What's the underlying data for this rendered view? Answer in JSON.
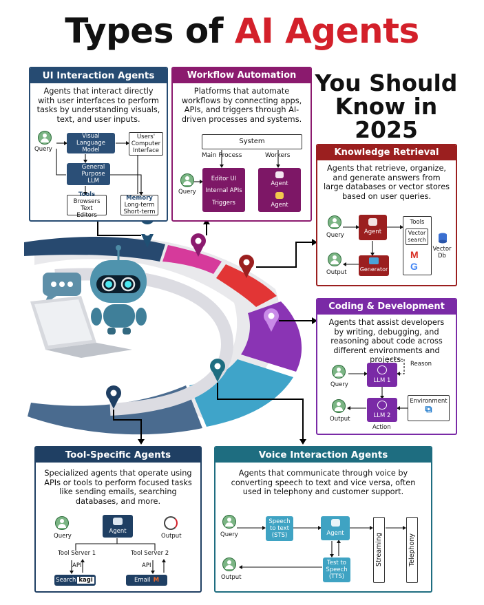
{
  "title": {
    "part1": "Types of",
    "part2": "AI Agents"
  },
  "subtitle": "You Should Know in 2025",
  "colors": {
    "ui": "#264b72",
    "workflow": "#8b1a6e",
    "knowledge": "#9b1f1f",
    "coding": "#7a2aa6",
    "tool": "#1f3f63",
    "voice": "#1e6d80",
    "title_red": "#d3202a"
  },
  "ui_agents": {
    "heading": "UI Interaction Agents",
    "desc": "Agents that interact directly with user interfaces to perform tasks by understanding visuals, text, and user inputs.",
    "query": "Query",
    "vlm": "Visual Language Model",
    "users_ci": "Users' Computer Interface",
    "llm": "General Purpose LLM",
    "tools_title": "Tools",
    "tools_items": "Browsers Text Editors",
    "memory_title": "Memory",
    "memory_items": "Long-term Short-term"
  },
  "workflow_agents": {
    "heading": "Workflow Automation Agents",
    "desc": "Platforms that automate workflows by connecting apps, APIs, and triggers through AI-driven processes and systems.",
    "system": "System",
    "main_process": "Main Process",
    "workers": "Workers",
    "query": "Query",
    "editor_ui": "Editor UI",
    "internal_apis": "Internal APIs",
    "triggers": "Triggers",
    "agent1": "Agent",
    "agent2": "Agent"
  },
  "knowledge_agents": {
    "heading": "Knowledge Retrieval Agents",
    "desc": "Agents that retrieve, organize, and generate answers from large databases or vector stores based on user queries.",
    "query": "Query",
    "agent": "Agent",
    "tools": "Tools",
    "vector_search": "Vector search",
    "vector_db": "Vector Db",
    "output": "Output",
    "generator": "Generator"
  },
  "coding_agents": {
    "heading": "Coding & Development Agents",
    "desc": "Agents that assist developers by writing, debugging, and reasoning about code across different environments and projects.",
    "reason": "Reason",
    "query": "Query",
    "llm1": "LLM 1",
    "environment": "Environment",
    "output": "Output",
    "llm2": "LLM 2",
    "action": "Action"
  },
  "tool_agents": {
    "heading": "Tool-Specific Agents",
    "desc": "Specialized agents that operate using APIs or tools to perform focused tasks like sending emails, searching databases, and more.",
    "query": "Query",
    "agent": "Agent",
    "output": "Output",
    "server1": "Tool Server 1",
    "server2": "Tool Server 2",
    "api1": "API",
    "api2": "API",
    "search": "Search",
    "kagi": "kagi",
    "email": "Email"
  },
  "voice_agents": {
    "heading": "Voice Interaction Agents",
    "desc": "Agents that communicate through voice by converting speech to text and vice versa, often used in telephony and customer support.",
    "query": "Query",
    "sts": "Speech to text (STS)",
    "agent": "Agent",
    "streaming": "Streaming",
    "telephony": "Telephony",
    "tts": "Test to Speech (TTS)",
    "output": "Output"
  }
}
